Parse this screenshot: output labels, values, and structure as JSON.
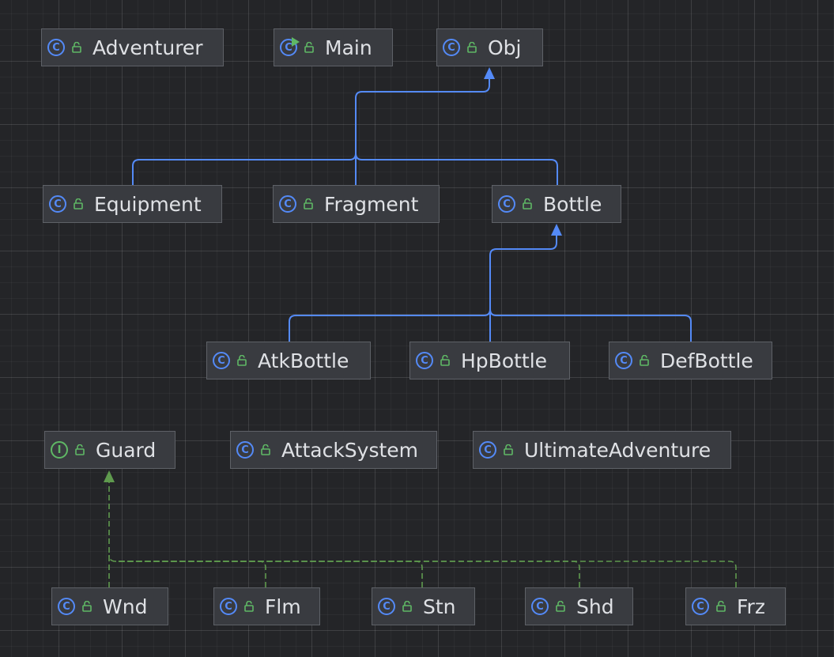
{
  "colors": {
    "extends_edge": "#548af7",
    "implements_edge": "#5f9a4e",
    "class_icon": "#548af7",
    "interface_icon": "#5fb865",
    "node_fill": "#393b40",
    "text": "#dfe1e5"
  },
  "nodes": {
    "adventurer": {
      "label": "Adventurer",
      "kind": "class"
    },
    "main": {
      "label": "Main",
      "kind": "class",
      "runnable": true
    },
    "obj": {
      "label": "Obj",
      "kind": "class"
    },
    "equipment": {
      "label": "Equipment",
      "kind": "class"
    },
    "fragment": {
      "label": "Fragment",
      "kind": "class"
    },
    "bottle": {
      "label": "Bottle",
      "kind": "class"
    },
    "atkbottle": {
      "label": "AtkBottle",
      "kind": "class"
    },
    "hpbottle": {
      "label": "HpBottle",
      "kind": "class"
    },
    "defbottle": {
      "label": "DefBottle",
      "kind": "class"
    },
    "guard": {
      "label": "Guard",
      "kind": "interface"
    },
    "attacksystem": {
      "label": "AttackSystem",
      "kind": "class"
    },
    "ultimateadventure": {
      "label": "UltimateAdventure",
      "kind": "class"
    },
    "wnd": {
      "label": "Wnd",
      "kind": "class"
    },
    "flm": {
      "label": "Flm",
      "kind": "class"
    },
    "stn": {
      "label": "Stn",
      "kind": "class"
    },
    "shd": {
      "label": "Shd",
      "kind": "class"
    },
    "frz": {
      "label": "Frz",
      "kind": "class"
    }
  },
  "icons": {
    "class": "C",
    "interface": "I"
  },
  "edges": [
    {
      "from": "Equipment",
      "to": "Obj",
      "type": "extends"
    },
    {
      "from": "Fragment",
      "to": "Obj",
      "type": "extends"
    },
    {
      "from": "Bottle",
      "to": "Obj",
      "type": "extends"
    },
    {
      "from": "AtkBottle",
      "to": "Bottle",
      "type": "extends"
    },
    {
      "from": "HpBottle",
      "to": "Bottle",
      "type": "extends"
    },
    {
      "from": "DefBottle",
      "to": "Bottle",
      "type": "extends"
    },
    {
      "from": "Wnd",
      "to": "Guard",
      "type": "implements"
    },
    {
      "from": "Flm",
      "to": "Guard",
      "type": "implements"
    },
    {
      "from": "Stn",
      "to": "Guard",
      "type": "implements"
    },
    {
      "from": "Shd",
      "to": "Guard",
      "type": "implements"
    },
    {
      "from": "Frz",
      "to": "Guard",
      "type": "implements"
    }
  ]
}
